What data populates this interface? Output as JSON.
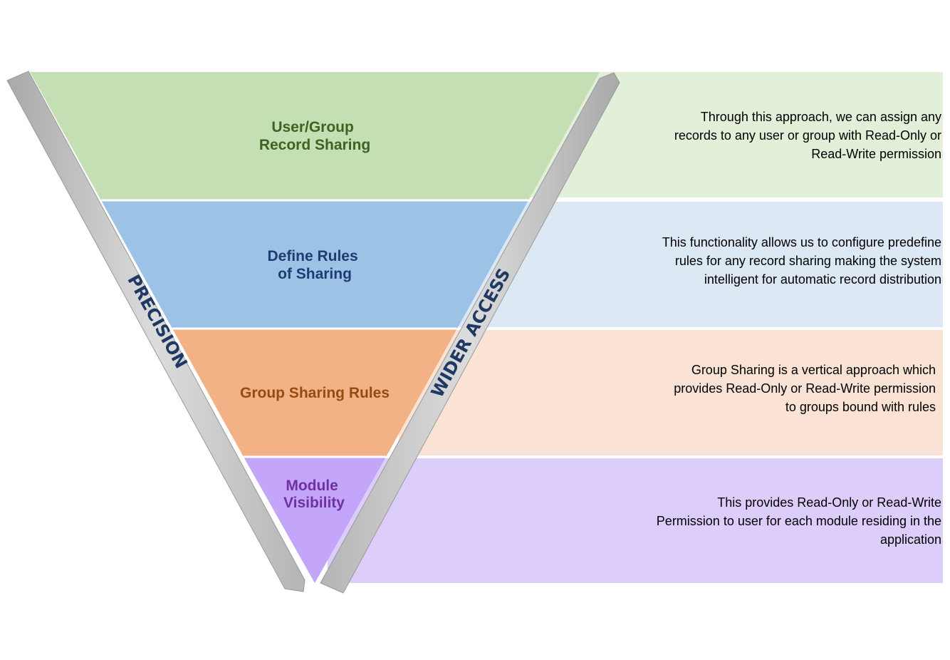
{
  "levels": [
    {
      "title_line1": "User/Group",
      "title_line2": "Record Sharing",
      "description": "Through  this approach, we can assign any\nrecords to any user or group with Read-Only  or\nRead-Write permission",
      "funnel_color": "#c4dfb3",
      "panel_color": "#e2efd9",
      "text_color": "#3e6223"
    },
    {
      "title_line1": "Define Rules",
      "title_line2": "of Sharing",
      "description": "This functionality allows us to configure predefine\nrules for any record sharing making the system\nintelligent  for automatic record distribution",
      "funnel_color": "#9cc3e5",
      "panel_color": "#dde8f5",
      "text_color": "#1f3b74"
    },
    {
      "title_line1": "Group Sharing Rules",
      "title_line2": "",
      "description": "Group Sharing  is a vertical approach which\nprovides Read-Only  or Read-Write permission\nto groups bound with rules",
      "funnel_color": "#f2b285",
      "panel_color": "#fae3d5",
      "text_color": "#974b14"
    },
    {
      "title_line1": "Module",
      "title_line2": "Visibility",
      "description": "This provides Read-Only or Read-Write\nPermission to user for each module  residing in the\napplication",
      "funnel_color": "#c3a5fa",
      "panel_color": "#dccdfb",
      "text_color": "#7030a0"
    }
  ],
  "arrows": {
    "left_label": "PRECISION",
    "right_label": "WIDER ACCESS",
    "label_color": "#1f3864",
    "bar_color": "#c8c8c8"
  }
}
